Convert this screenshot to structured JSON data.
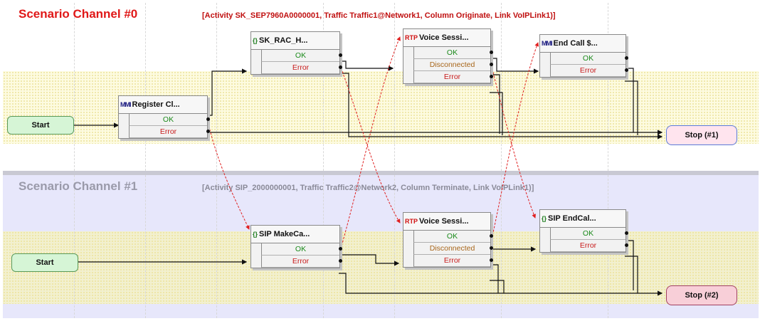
{
  "channels": [
    {
      "title": "Scenario Channel #0",
      "activity": "[Activity SK_SEP7960A0000001, Traffic Traffic1@Network1, Column Originate, Link VoIPLink1)]",
      "start_label": "Start",
      "stop_label": "Stop (#1)",
      "nodes": [
        {
          "icon": "MMI",
          "title": "Register Cl...",
          "exits": [
            "OK",
            "Error"
          ]
        },
        {
          "icon": "{}",
          "title": "SK_RAC_H...",
          "exits": [
            "OK",
            "Error"
          ]
        },
        {
          "icon": "RTP",
          "title": "Voice Sessi...",
          "exits": [
            "OK",
            "Disconnected",
            "Error"
          ]
        },
        {
          "icon": "MMI",
          "title": "End Call $...",
          "exits": [
            "OK",
            "Error"
          ]
        }
      ]
    },
    {
      "title": "Scenario Channel #1",
      "activity": "[Activity SIP_2000000001, Traffic Traffic2@Network2, Column Terminate, Link VoIPLink1)]",
      "start_label": "Start",
      "stop_label": "Stop (#2)",
      "nodes": [
        {
          "icon": "{}",
          "title": "SIP MakeCa...",
          "exits": [
            "OK",
            "Error"
          ]
        },
        {
          "icon": "RTP",
          "title": "Voice Sessi...",
          "exits": [
            "OK",
            "Disconnected",
            "Error"
          ]
        },
        {
          "icon": "{}",
          "title": "SIP EndCal...",
          "exits": [
            "OK",
            "Error"
          ]
        }
      ]
    }
  ],
  "colors": {
    "channel0_title": "#e01818",
    "channel1_title": "#9a9aaa",
    "ok": "#1a8a1a",
    "error": "#c81a1a",
    "disconnected": "#a8661a",
    "sync_link": "#e02020"
  }
}
